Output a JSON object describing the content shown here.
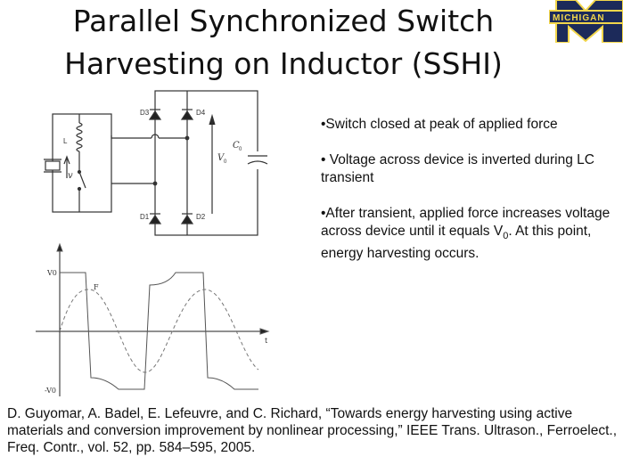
{
  "title": "Parallel Synchronized Switch Harvesting on Inductor (SSHI)",
  "logo": {
    "text": "MICHIGAN",
    "colors": {
      "navy": "#1c2a5a",
      "maize": "#f2d64b"
    }
  },
  "circuit": {
    "labels": {
      "d1": "D1",
      "d2": "D2",
      "d3": "D3",
      "d4": "D4",
      "l": "L",
      "v": "v",
      "vo": "V",
      "vo_sub": "0",
      "co": "C",
      "co_sub": "0"
    }
  },
  "waveform": {
    "v0": "V0",
    "neg_v0": "-V0",
    "f": "F",
    "t": "t"
  },
  "bullets": [
    "•Switch closed at peak of applied force",
    "• Voltage across device is inverted during LC transient",
    "•After transient, applied force increases voltage across device until it equals V",
    "0",
    ". At this point, energy harvesting occurs."
  ],
  "citation": "D. Guyomar,  A. Badel,  E. Lefeuvre,  and C. Richard, “Towards energy harvesting using active materials and conversion improvement by nonlinear processing,” IEEE Trans. Ultrason., Ferroelect., Freq. Contr., vol. 52, pp. 584–595, 2005."
}
